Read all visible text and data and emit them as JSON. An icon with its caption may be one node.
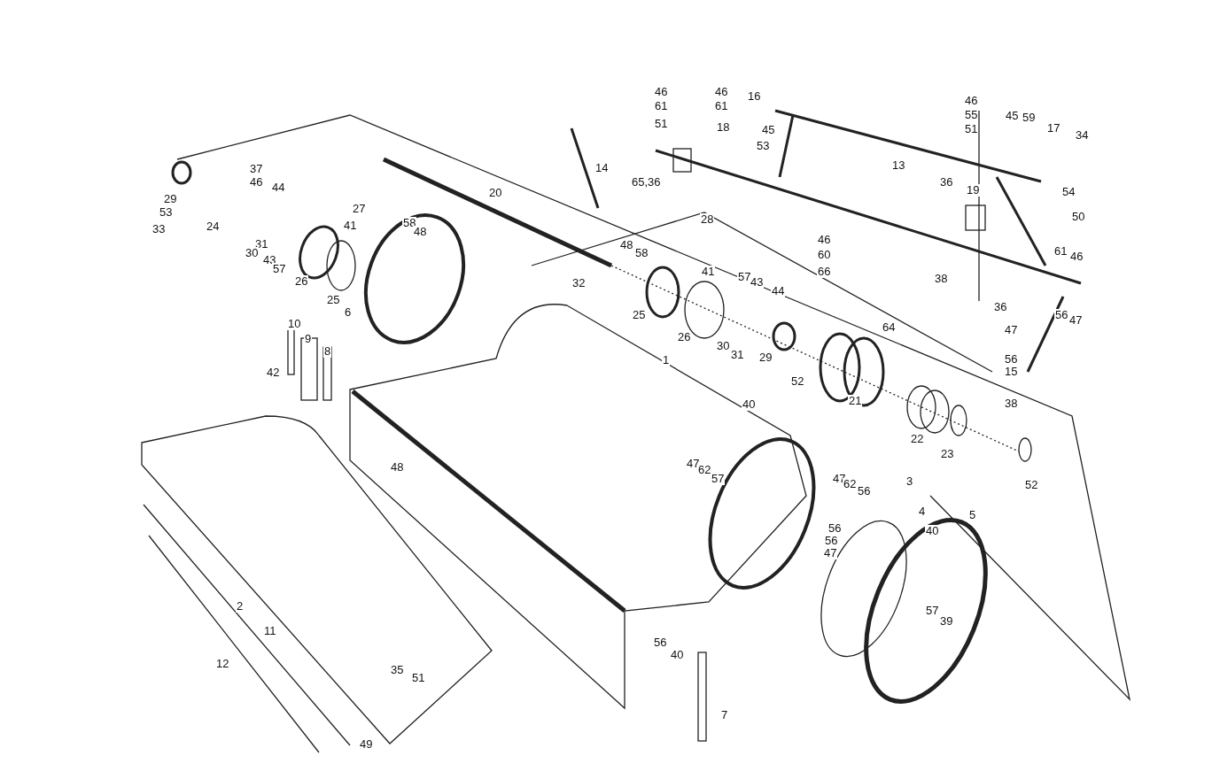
{
  "diagram": {
    "labels": [
      "46",
      "46",
      "16",
      "46",
      "61",
      "61",
      "55",
      "45",
      "59",
      "17",
      "34",
      "51",
      "18",
      "51",
      "45",
      "53",
      "37",
      "46",
      "13",
      "65,36",
      "29",
      "44",
      "36",
      "19",
      "54",
      "20",
      "14",
      "27",
      "28",
      "41",
      "58",
      "48",
      "53",
      "50",
      "24",
      "33",
      "31",
      "30",
      "48",
      "58",
      "43",
      "57",
      "46",
      "60",
      "61",
      "46",
      "41",
      "26",
      "66",
      "57",
      "43",
      "44",
      "32",
      "38",
      "25",
      "36",
      "56",
      "47",
      "25",
      "6",
      "26",
      "10",
      "1",
      "64",
      "9",
      "30",
      "31",
      "29",
      "8",
      "47",
      "52",
      "56",
      "15",
      "21",
      "42",
      "40",
      "38",
      "22",
      "23",
      "48",
      "47",
      "62",
      "57",
      "3",
      "47",
      "62",
      "56",
      "52",
      "4",
      "56",
      "40",
      "5",
      "56",
      "47",
      "2",
      "57",
      "39",
      "11",
      "56",
      "40",
      "12",
      "35",
      "51",
      "7",
      "49"
    ]
  }
}
